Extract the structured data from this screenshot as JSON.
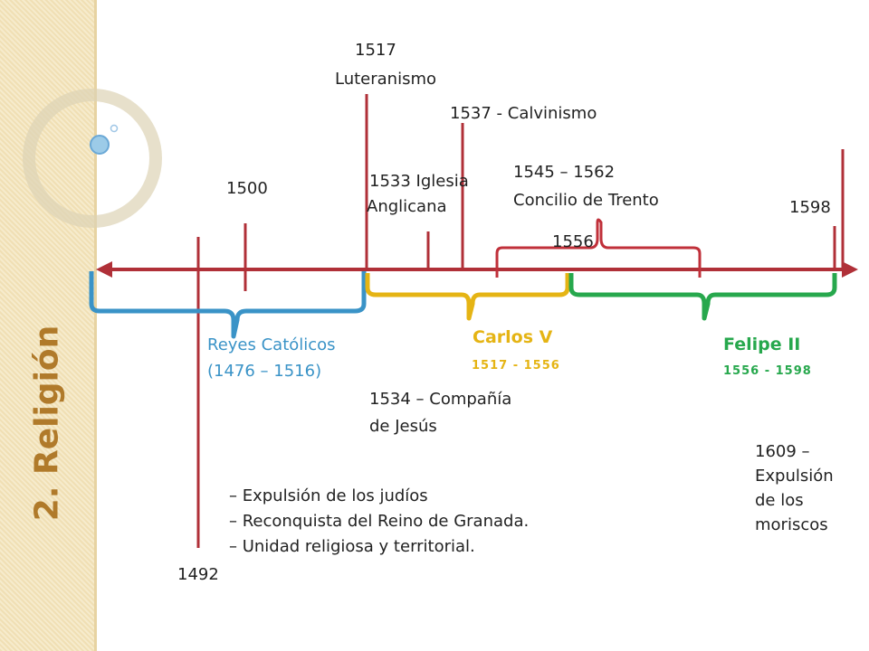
{
  "sidebar": {
    "title": "2. Religión"
  },
  "labels": {
    "l1517": "1517",
    "luteranismo": "Luteranismo",
    "calvinismo": "1537 - Calvinismo",
    "trento_years": "1545 – 1562",
    "trento_name": "Concilio de Trento",
    "l1500": "1500",
    "anglicana_1": "1533 Iglesia",
    "anglicana_2": "Anglicana",
    "l1598": "1598",
    "l1556": "1556",
    "reyes_1": "Reyes Católicos",
    "reyes_2": "(1476 – 1516)",
    "carlos_name": "Carlos V",
    "carlos_years": "1517 - 1556",
    "felipe_name": "Felipe II",
    "felipe_years": "1556 - 1598",
    "jesus_1": "1534 –  Compañía",
    "jesus_2": "de Jesús",
    "moriscos": [
      "1609 –",
      "Expulsión",
      "de los",
      "moriscos"
    ],
    "events": [
      "– Expulsión de los judíos",
      "– Reconquista del Reino de Granada.",
      "– Unidad religiosa y territorial."
    ],
    "l1492": "1492"
  },
  "colors": {
    "timeline": "#b03038",
    "blue": "#3a93c7",
    "gold": "#e5b414",
    "green": "#27a84d",
    "sidebar_title": "#b07a2a"
  }
}
